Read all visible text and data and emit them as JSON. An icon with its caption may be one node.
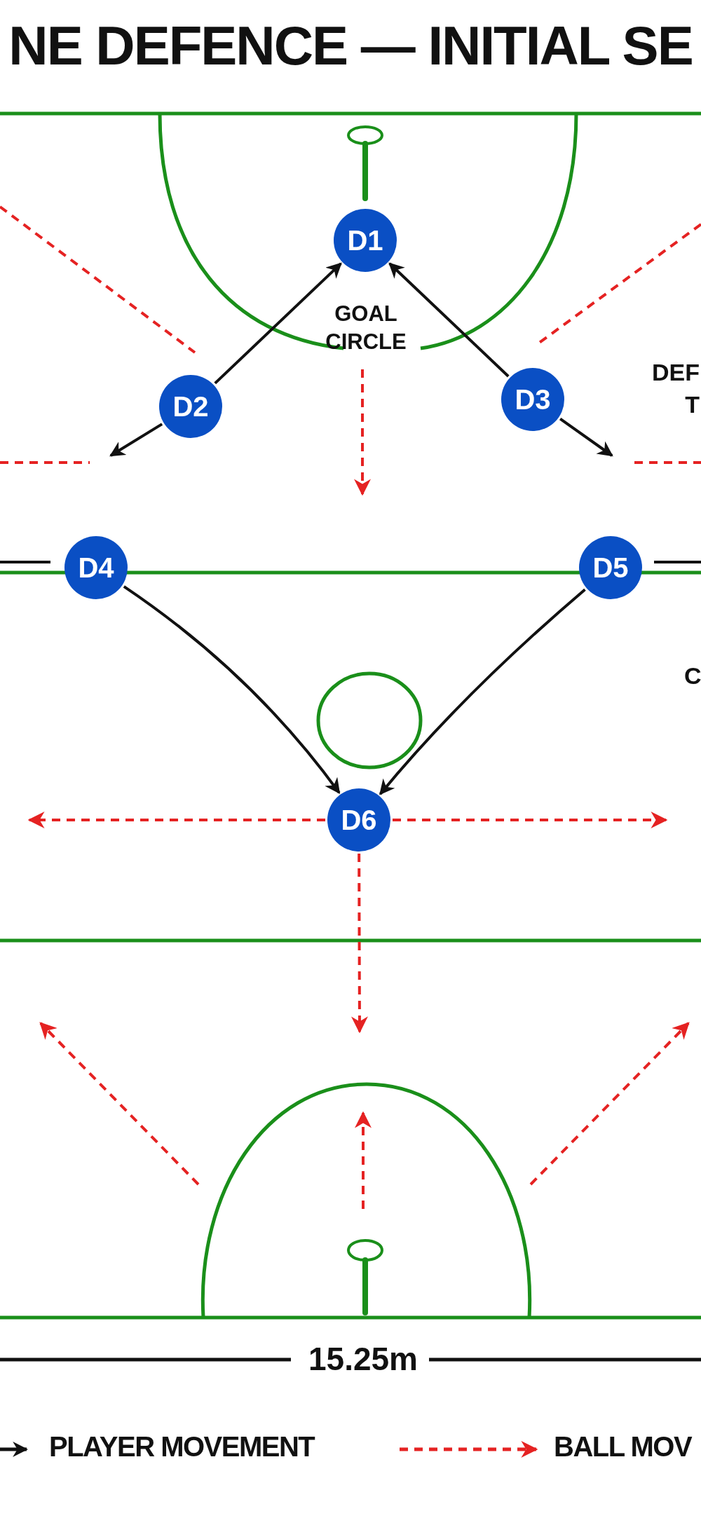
{
  "diagram": {
    "title": "NE DEFENCE — INITIAL SE",
    "nodes": [
      {
        "text": [
          "D1"
        ]
      },
      {
        "text": [
          "D2"
        ]
      },
      {
        "text": [
          "D3"
        ]
      },
      {
        "text": [
          "D4"
        ]
      },
      {
        "text": [
          "D5"
        ]
      },
      {
        "text": [
          "D6"
        ]
      }
    ],
    "edges": [
      {
        "from": 1,
        "to": 0,
        "arrow": "to"
      },
      {
        "from": 2,
        "to": 0,
        "arrow": "to"
      },
      {
        "from": 1,
        "to": null,
        "arrow": "to"
      },
      {
        "from": 2,
        "to": null,
        "arrow": "to"
      },
      {
        "from": 3,
        "to": 5,
        "arrow": "to"
      },
      {
        "from": 4,
        "to": 5,
        "arrow": "to"
      },
      {
        "from": 5,
        "to": null,
        "arrow": "to",
        "style": "dashed",
        "color": "#e52222"
      },
      {
        "from": 5,
        "to": null,
        "arrow": "to",
        "style": "dashed",
        "color": "#e52222"
      },
      {
        "from": 5,
        "to": null,
        "arrow": "to",
        "style": "dashed",
        "color": "#e52222"
      }
    ],
    "labels": [
      "GOAL CIRCLE",
      "DEF T",
      "C",
      "15.25m"
    ],
    "legend": [
      {
        "text": "PLAYER MOVEMENT"
      },
      {
        "text": "BALL MOV"
      }
    ]
  }
}
